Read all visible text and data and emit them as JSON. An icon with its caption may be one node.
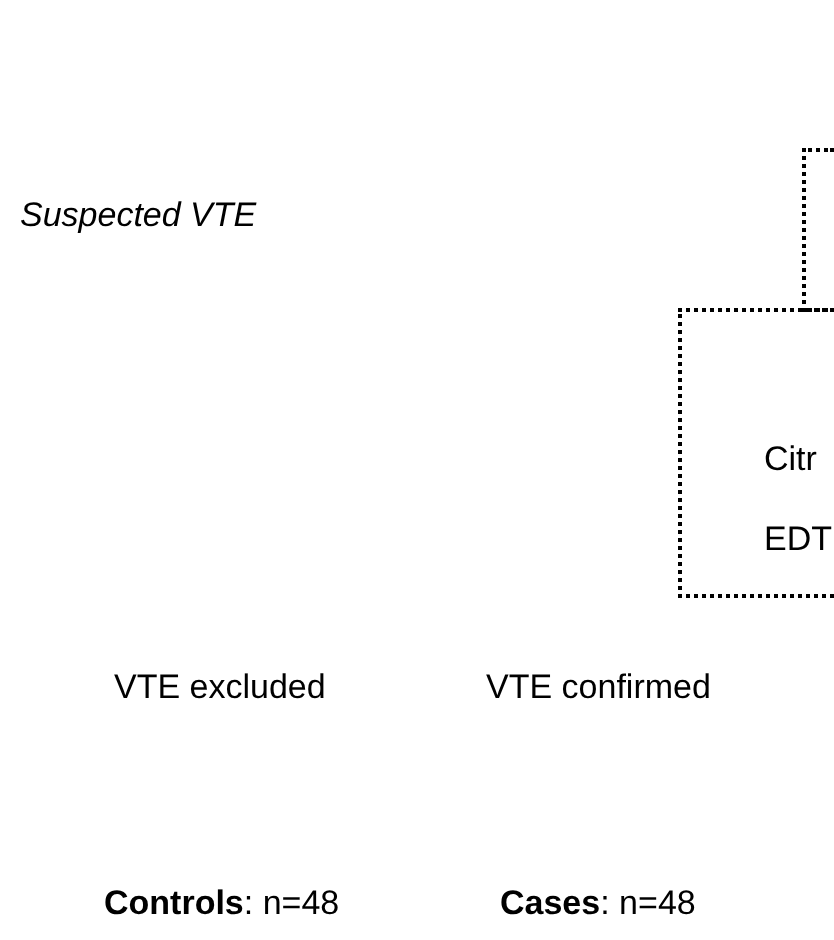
{
  "diagram": {
    "nodes": [
      {
        "text": [],
        "shape": "box"
      },
      {
        "text": [
          "Citr",
          "EDT"
        ]
      }
    ],
    "edges": [],
    "labels": [
      "Suspected VTE",
      "VTE excluded",
      "VTE confirmed",
      "**Controls**: n=48",
      "**Cases**: n=48"
    ]
  }
}
